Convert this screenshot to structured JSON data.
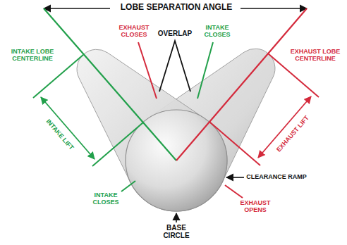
{
  "diagram": {
    "labels": [
      "LOBE SEPARATION ANGLE",
      "INTAKE LOBE CENTERLINE",
      "EXHAUST CLOSES",
      "OVERLAP",
      "INTAKE CLOSES",
      "EXHAUST LOBE CENTERLINE",
      "INTAKE LIFT",
      "EXHAUST LIFT",
      "CLEARANCE RAMP",
      "INTAKE CLOSES",
      "EXHAUST OPENS",
      "BASE CIRCLE"
    ]
  }
}
